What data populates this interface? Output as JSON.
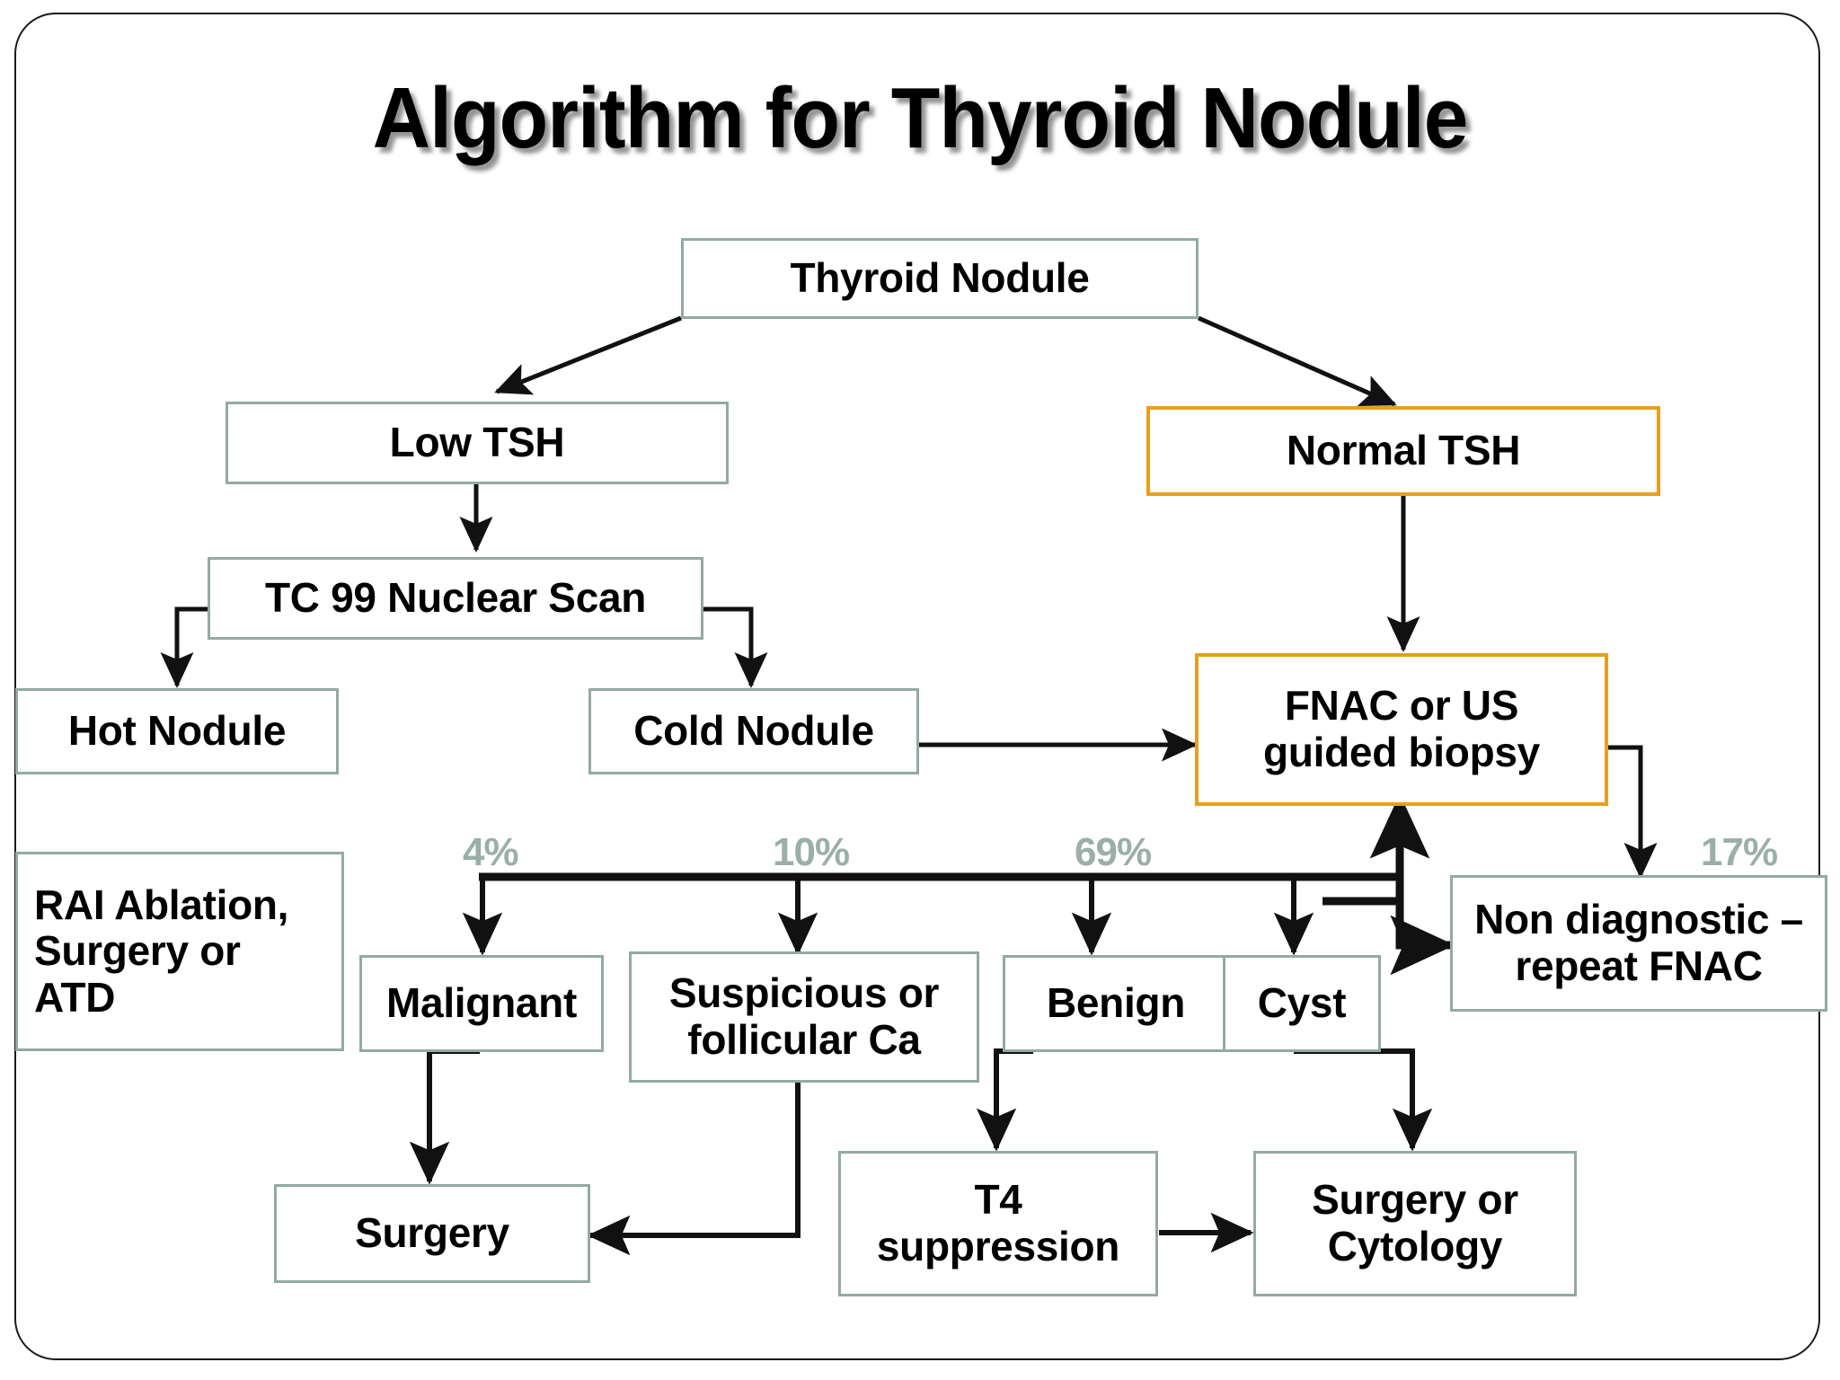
{
  "slide": {
    "title": "Algorithm for Thyroid Nodule",
    "frame_color": "#1a1a1a",
    "box_border_color": "#93aaa4",
    "accent_border_color": "#e8a01c",
    "percent_text_color": "#9aafa9",
    "connector_color": "#111111",
    "background": "#ffffff"
  },
  "nodes": {
    "thyroid_nodule": "Thyroid Nodule",
    "low_tsh": "Low TSH",
    "normal_tsh": "Normal TSH",
    "tc99_scan": "TC 99 Nuclear  Scan",
    "hot_nodule": "Hot Nodule",
    "cold_nodule": "Cold Nodule",
    "fnac_line1": "FNAC or US",
    "fnac_line2": "guided biopsy",
    "rai_line1": "RAI Ablation,",
    "rai_line2": "Surgery  or",
    "rai_line3": "ATD",
    "malignant": "Malignant",
    "suspicious_line1": "Suspicious or",
    "suspicious_line2": "follicular Ca",
    "benign": "Benign",
    "cyst": "Cyst",
    "nondiagnostic_line1": "Non diagnostic –",
    "nondiagnostic_line2": "repeat FNAC",
    "surgery": "Surgery",
    "t4_line1": "T4",
    "t4_line2": "suppression",
    "surgery_cytology_line1": "Surgery or",
    "surgery_cytology_line2": "Cytology"
  },
  "percentages": {
    "malignant": "4%",
    "suspicious": "10%",
    "benign": "69%",
    "nondiagnostic": "17%"
  },
  "edges": [
    {
      "from": "thyroid_nodule",
      "to": "low_tsh",
      "arrow": true
    },
    {
      "from": "thyroid_nodule",
      "to": "normal_tsh",
      "arrow": true
    },
    {
      "from": "low_tsh",
      "to": "tc99_scan",
      "arrow": true
    },
    {
      "from": "tc99_scan",
      "to": "hot_nodule",
      "arrow": true
    },
    {
      "from": "tc99_scan",
      "to": "cold_nodule",
      "arrow": true
    },
    {
      "from": "normal_tsh",
      "to": "fnac",
      "arrow": true
    },
    {
      "from": "cold_nodule",
      "to": "fnac",
      "arrow": true
    },
    {
      "from": "fnac",
      "to": "nondiagnostic",
      "arrow": true
    },
    {
      "from": "bus",
      "to": "malignant",
      "arrow": true
    },
    {
      "from": "bus",
      "to": "suspicious",
      "arrow": true
    },
    {
      "from": "bus",
      "to": "benign",
      "arrow": true
    },
    {
      "from": "bus",
      "to": "cyst",
      "arrow": true
    },
    {
      "from": "bus",
      "to": "fnac",
      "arrow": true
    },
    {
      "from": "bus",
      "to": "nondiagnostic",
      "arrow": true
    },
    {
      "from": "malignant",
      "to": "surgery",
      "arrow": true
    },
    {
      "from": "suspicious",
      "to": "surgery",
      "arrow": true
    },
    {
      "from": "benign",
      "to": "t4_suppression",
      "arrow": true
    },
    {
      "from": "cyst",
      "to": "surgery_cytology",
      "arrow": true
    },
    {
      "from": "t4_suppression",
      "to": "surgery_cytology",
      "arrow": true
    }
  ]
}
